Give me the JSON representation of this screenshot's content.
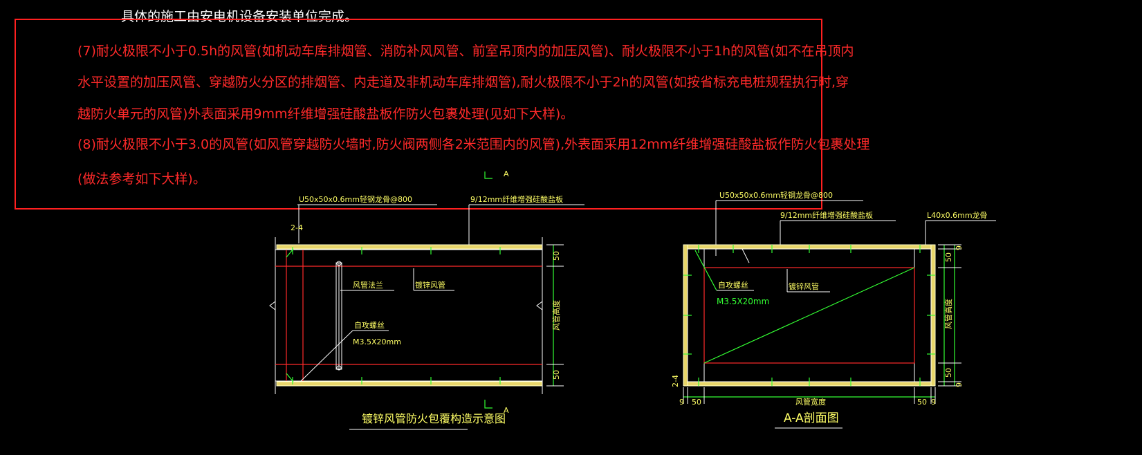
{
  "notes": {
    "top_line": "具体的施工由安电机设备安装单位完成。",
    "item7_line1": "(7)耐火极限不小于0.5h的风管(如机动车库排烟管、消防补风风管、前室吊顶内的加压风管)、耐火极限不小于1h的风管(如不在吊顶内",
    "item7_line2": "水平设置的加压风管、穿越防火分区的排烟管、内走道及非机动车库排烟管),耐火极限不小于2h的风管(如按省标充电桩规程执行时,穿",
    "item7_line3": "越防火单元的风管)外表面采用9mm纤维增强硅酸盐板作防火包裹处理(见如下大样)。",
    "item8_line1": "(8)耐火极限不小于3.0的风管(如风管穿越防火墙时,防火阀两侧各2米范围内的风管),外表面采用12mm纤维增强硅酸盐板作防火包裹处理",
    "item8_line2": "(做法参考如下大样)。"
  },
  "left_drawing": {
    "label_keel": "U50x50x0.6mm轻钢龙骨@800",
    "label_board": "9/12mm纤维增强硅酸盐板",
    "label_flange": "风管法兰",
    "label_duct": "镀锌风管",
    "label_screw": "自攻螺丝",
    "label_screw_spec": "M3.5X20mm",
    "dim_top": "50",
    "dim_mid": "风管高度",
    "dim_bottom": "50",
    "side_mark": "2-4",
    "section_mark_top": "A",
    "section_mark_bottom": "A",
    "title": "镀锌风管防火包覆构造示意图"
  },
  "right_drawing": {
    "label_keel": "U50x50x0.6mm轻钢龙骨@800",
    "label_board": "9/12mm纤维增强硅酸盐板",
    "label_angle": "L40x0.6mm龙骨",
    "label_screw": "自攻螺丝",
    "label_screw_spec": "M3.5X20mm",
    "label_duct": "镀锌风管",
    "dim_top": "50",
    "dim_mid": "风管高度",
    "dim_bottom": "50",
    "dim_left": "50",
    "dim_width": "风管宽度",
    "dim_right": "50",
    "dim_edge_top": "9",
    "dim_edge_bottom": "9",
    "dim_edge_left": "9",
    "dim_edge_right": "9",
    "side_mark": "2-4",
    "title": "A-A剖面图"
  },
  "colors": {
    "background": "#000000",
    "annotation_red": "#ff2a2a",
    "dimension_yellow": "#ffff66",
    "screw_green": "#33ff33",
    "line_white": "#ffffff"
  }
}
